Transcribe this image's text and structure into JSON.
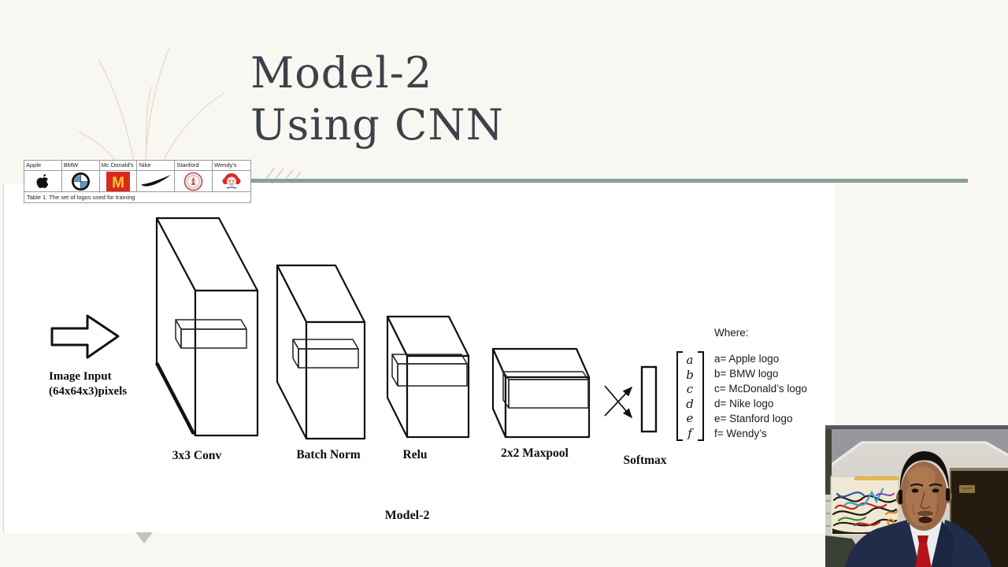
{
  "slide": {
    "title": "Model-2\nUsing CNN"
  },
  "logo_table": {
    "headers": [
      "Apple",
      "BMW",
      "Mc Donald's",
      "Nike",
      "Stanford",
      "Wendy's"
    ],
    "mcdonalds_letter": "M",
    "caption": "Table 1: The set of logos used for training"
  },
  "diagram": {
    "input_label": "Image Input\n(64x64x3)pixels",
    "layers": [
      "3x3 Conv",
      "Batch Norm",
      "Relu",
      "2x2 Maxpool",
      "Softmax"
    ],
    "vector_letters": [
      "a",
      "b",
      "c",
      "d",
      "e",
      "f"
    ],
    "caption": "Model-2"
  },
  "legend": {
    "title": "Where:",
    "items": [
      "a= Apple logo",
      "b= BMW logo",
      "c= McDonald’s logo",
      "d= Nike logo",
      "e= Stanford logo",
      "f= Wendy’s"
    ]
  },
  "colors": {
    "accent_rule": "#87a19c",
    "slide_background": "#f9f7f1",
    "mcdonalds_red": "#DA291C",
    "mcdonalds_yellow": "#FFC72C",
    "bmw_blue": "#5A99C7",
    "stanford_red": "#B04A52",
    "wendys_red": "#D62B27",
    "suit_navy": "#202C49",
    "tie_red": "#B5121B"
  }
}
